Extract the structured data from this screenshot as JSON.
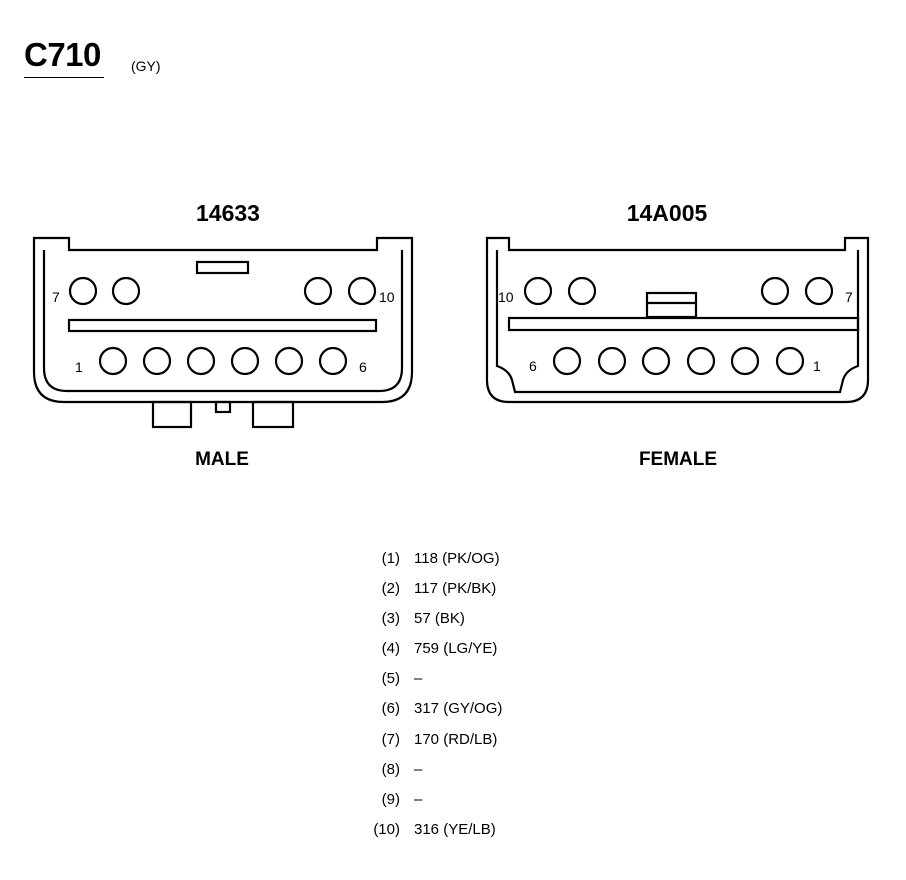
{
  "connector": {
    "id": "C710",
    "color_code": "(GY)"
  },
  "male": {
    "part_number": "14633",
    "gender_label": "MALE",
    "top_row_labels": {
      "left": "7",
      "right": "10"
    },
    "bottom_row_labels": {
      "left": "1",
      "right": "6"
    }
  },
  "female": {
    "part_number": "14A005",
    "gender_label": "FEMALE",
    "top_row_labels": {
      "left": "10",
      "right": "7"
    },
    "bottom_row_labels": {
      "left": "6",
      "right": "1"
    }
  },
  "pinout": [
    {
      "pin": "(1)",
      "circuit": "118 (PK/OG)"
    },
    {
      "pin": "(2)",
      "circuit": "117 (PK/BK)"
    },
    {
      "pin": "(3)",
      "circuit": "57 (BK)"
    },
    {
      "pin": "(4)",
      "circuit": "759 (LG/YE)"
    },
    {
      "pin": "(5)",
      "circuit": "–"
    },
    {
      "pin": "(6)",
      "circuit": "317 (GY/OG)"
    },
    {
      "pin": "(7)",
      "circuit": "170 (RD/LB)"
    },
    {
      "pin": "(8)",
      "circuit": "–"
    },
    {
      "pin": "(9)",
      "circuit": "–"
    },
    {
      "pin": "(10)",
      "circuit": "316 (YE/LB)"
    }
  ]
}
